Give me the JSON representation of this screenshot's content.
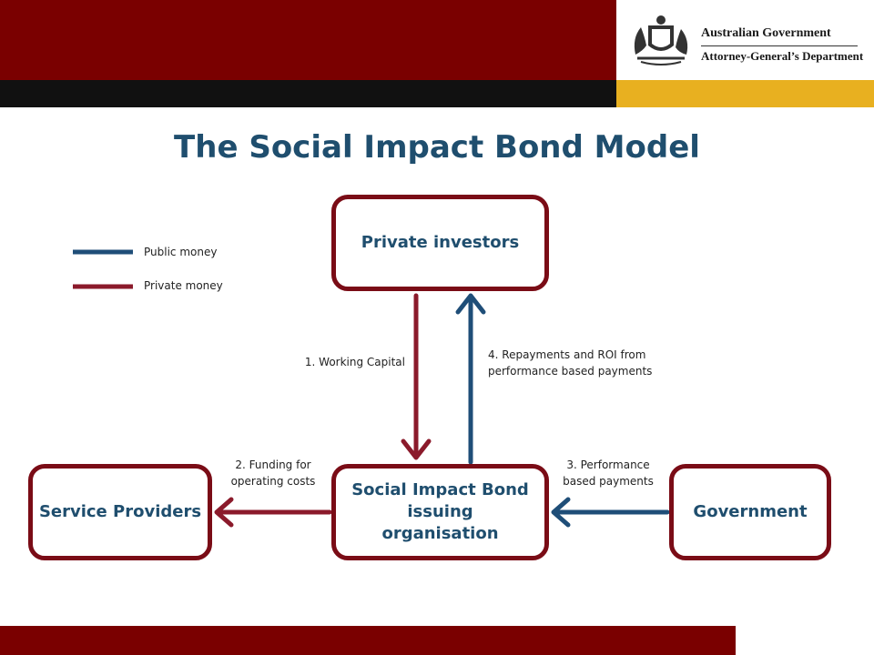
{
  "header": {
    "logo_line1": "Australian Government",
    "logo_line2": "Attorney-General’s Department"
  },
  "title": "The Social Impact Bond Model",
  "legend": [
    {
      "label": "Public money",
      "color": "#1f4e78"
    },
    {
      "label": "Private money",
      "color": "#8b1a2b"
    }
  ],
  "nodes": {
    "investors": "Private investors",
    "sib": "Social Impact Bond issuing organisation",
    "providers": "Service Providers",
    "government": "Government"
  },
  "flows": {
    "working_capital": "1. Working Capital",
    "funding": "2. Funding for operating costs",
    "performance": "3. Performance based payments",
    "repayments": "4. Repayments and ROI from performance based payments"
  },
  "colors": {
    "public_money": "#1f4e78",
    "private_money": "#8b1a2b",
    "node_border": "#7a0c16",
    "title": "#1f4e6e"
  }
}
